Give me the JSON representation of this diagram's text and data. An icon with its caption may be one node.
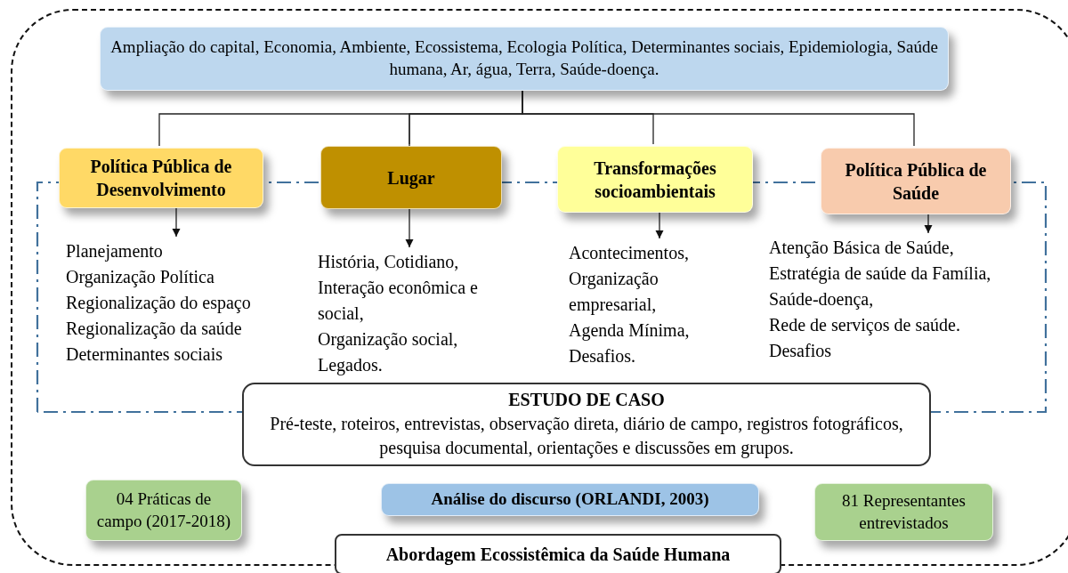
{
  "diagram": {
    "nodes": [
      {
        "text": [
          "Abordagem Ecossistêmica da Saúde Humana"
        ]
      },
      {
        "text": [
          "Ampliação do capital, Economia, Ambiente, Ecossistema, Ecologia Política, Determinantes sociais, Epidemiologia, Saúde humana, Ar, água, Terra, Saúde-doença."
        ],
        "in": 0
      },
      {
        "text": [
          "Política Pública de Desenvolvimento"
        ],
        "in": 0
      },
      {
        "text": [
          "Lugar"
        ],
        "in": 0
      },
      {
        "text": [
          "Transformações socioambientais"
        ],
        "in": 0
      },
      {
        "text": [
          "Política Pública de Saúde"
        ],
        "in": 0
      },
      {
        "text": [
          "Planejamento",
          "Organização Política",
          "Regionalização do espaço",
          "Regionalização da saúde",
          "Determinantes sociais"
        ],
        "in": 0
      },
      {
        "text": [
          "História, Cotidiano,",
          "Interação econômica e social,",
          "Organização social,",
          "Legados."
        ],
        "in": 0
      },
      {
        "text": [
          "Acontecimentos,",
          "Organização empresarial,",
          "Agenda Mínima,",
          "Desafios."
        ],
        "in": 0
      },
      {
        "text": [
          "Atenção Básica de Saúde,",
          "Estratégia de saúde da Família,",
          "Saúde-doença,",
          "Rede de serviços de saúde.",
          "Desafios"
        ],
        "in": 0
      },
      {
        "text": [
          "ESTUDO DE CASO",
          "Pré-teste, roteiros, entrevistas, observação direta, diário de campo, registros fotográficos, pesquisa documental, orientações e discussões em grupos."
        ],
        "in": 0
      },
      {
        "text": [
          "04 Práticas de campo (2017-2018)"
        ],
        "in": 0
      },
      {
        "text": [
          "Análise do discurso (ORLANDI, 2003)"
        ],
        "in": 0
      },
      {
        "text": [
          "81 Representantes entrevistados"
        ],
        "in": 0
      }
    ],
    "edges": [
      {
        "from": 1,
        "to": 2,
        "arrow": "none"
      },
      {
        "from": 1,
        "to": 3,
        "arrow": "none"
      },
      {
        "from": 1,
        "to": 4,
        "arrow": "none"
      },
      {
        "from": 1,
        "to": 5,
        "arrow": "none"
      },
      {
        "from": 2,
        "to": 6,
        "arrow": "to"
      },
      {
        "from": 3,
        "to": 7,
        "arrow": "to"
      },
      {
        "from": 4,
        "to": 8,
        "arrow": "to"
      },
      {
        "from": 5,
        "to": 9,
        "arrow": "to"
      }
    ]
  }
}
